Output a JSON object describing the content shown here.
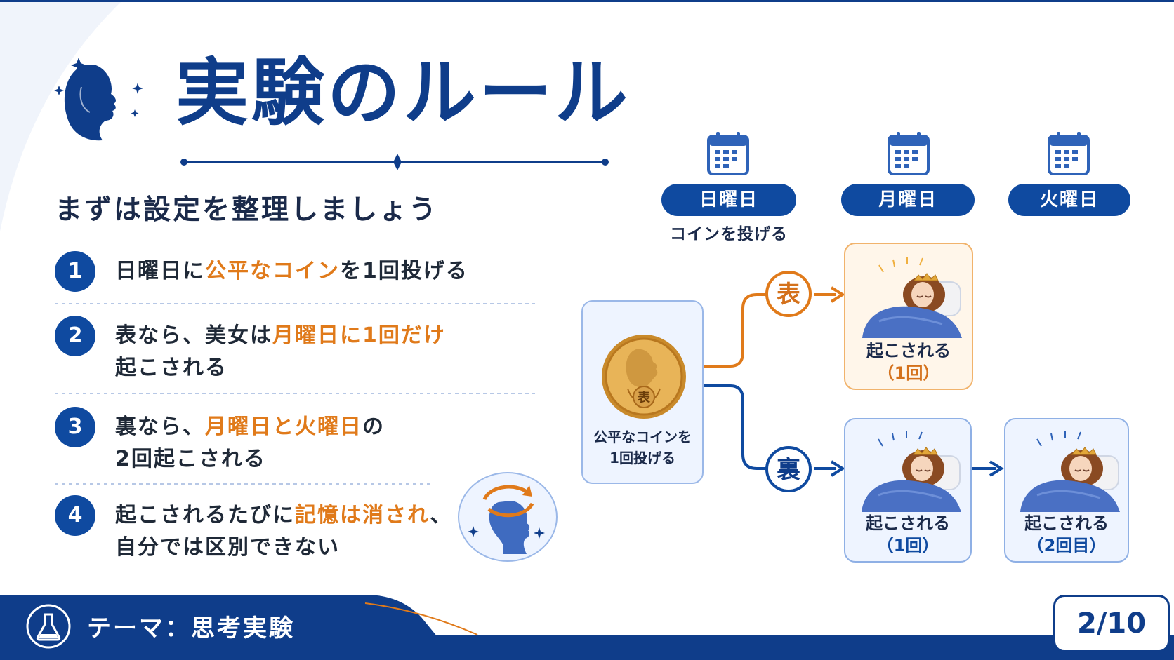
{
  "title": "実験のルール",
  "subtitle": "まずは設定を整理しましょう",
  "rules": [
    {
      "num": "1",
      "lines": [
        [
          {
            "t": "日曜日に",
            "h": false
          },
          {
            "t": "公平なコイン",
            "h": true
          },
          {
            "t": "を1回投げる",
            "h": false
          }
        ]
      ]
    },
    {
      "num": "2",
      "lines": [
        [
          {
            "t": "表なら、美女は",
            "h": false
          },
          {
            "t": "月曜日に1回だけ",
            "h": true
          }
        ],
        [
          {
            "t": "起こされる",
            "h": false
          }
        ]
      ]
    },
    {
      "num": "3",
      "lines": [
        [
          {
            "t": "裏なら、",
            "h": false
          },
          {
            "t": "月曜日と火曜日",
            "h": true
          },
          {
            "t": "の",
            "h": false
          }
        ],
        [
          {
            "t": "2回起こされる",
            "h": false
          }
        ]
      ]
    },
    {
      "num": "4",
      "lines": [
        [
          {
            "t": "起こされるたびに",
            "h": false
          },
          {
            "t": "記憶は消され",
            "h": true
          },
          {
            "t": "、",
            "h": false
          }
        ],
        [
          {
            "t": "自分では区別できない",
            "h": false
          }
        ]
      ]
    }
  ],
  "days": [
    {
      "label": "日曜日",
      "note": "コインを投げる"
    },
    {
      "label": "月曜日",
      "note": ""
    },
    {
      "label": "火曜日",
      "note": ""
    }
  ],
  "coin": {
    "face": "表",
    "label_line1": "公平なコインを",
    "label_line2": "1回投げる"
  },
  "branches": {
    "heads": "表",
    "tails": "裏"
  },
  "outcomes": {
    "heads_monday": {
      "line1": "起こされる",
      "line2": "（1回）"
    },
    "tails_monday": {
      "line1": "起こされる",
      "line2": "（1回）"
    },
    "tails_tuesday": {
      "line1": "起こされる",
      "line2": "（2回目）"
    }
  },
  "footer": {
    "theme": "テーマ：思考実験",
    "page": "2/10"
  },
  "colors": {
    "navy": "#0f3d8a",
    "accent_orange": "#e07a1a",
    "blue": "#0f4aa0"
  }
}
